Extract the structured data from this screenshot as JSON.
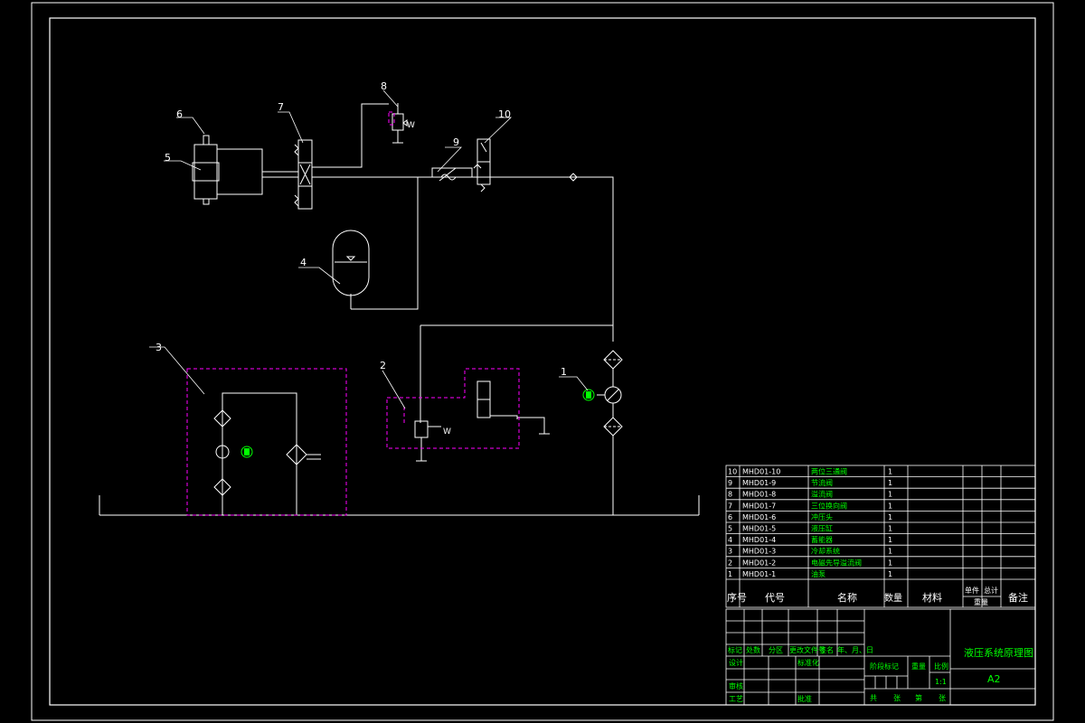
{
  "drawing": {
    "colors": {
      "background": "#000000",
      "line": "#ffffff",
      "dashed": "#ff00ff",
      "text": "#00ff00"
    },
    "callouts": [
      "1",
      "2",
      "3",
      "4",
      "5",
      "6",
      "7",
      "8",
      "9",
      "10"
    ],
    "spring_label": "W"
  },
  "bom": {
    "rows": [
      {
        "no": "10",
        "code": "MHD01-10",
        "name": "两位三通阀",
        "qty": "1"
      },
      {
        "no": "9",
        "code": "MHD01-9",
        "name": "节流阀",
        "qty": "1"
      },
      {
        "no": "8",
        "code": "MHD01-8",
        "name": "溢流阀",
        "qty": "1"
      },
      {
        "no": "7",
        "code": "MHD01-7",
        "name": "三位换向阀",
        "qty": "1"
      },
      {
        "no": "6",
        "code": "MHD01-6",
        "name": "冲压头",
        "qty": "1"
      },
      {
        "no": "5",
        "code": "MHD01-5",
        "name": "液压缸",
        "qty": "1"
      },
      {
        "no": "4",
        "code": "MHD01-4",
        "name": "蓄能器",
        "qty": "1"
      },
      {
        "no": "3",
        "code": "MHD01-3",
        "name": "冷却系统",
        "qty": "1"
      },
      {
        "no": "2",
        "code": "MHD01-2",
        "name": "电磁先导溢流阀",
        "qty": "1"
      },
      {
        "no": "1",
        "code": "MHD01-1",
        "name": "油泵",
        "qty": "1"
      }
    ],
    "header": {
      "no": "序号",
      "code": "代号",
      "name": "名称",
      "qty": "数量",
      "material": "材料",
      "unit_weight": "单件",
      "total_weight": "总计",
      "weight": "重量",
      "remarks": "备注"
    }
  },
  "title_block": {
    "drawing_title": "液压系统原理图",
    "sheet_size": "A2",
    "mark": "标记",
    "count": "处数",
    "zone": "分区",
    "change_doc": "更改文件号",
    "signature": "签名",
    "date": "年、月、日",
    "design": "设计",
    "standardize": "标准化",
    "stage_mark": "阶段标记",
    "weight": "重量",
    "scale": "比例",
    "scale_value": "1:1",
    "review": "审核",
    "process": "工艺",
    "approve": "批准",
    "sheet_text": [
      "共",
      "张",
      "第",
      "张"
    ]
  }
}
